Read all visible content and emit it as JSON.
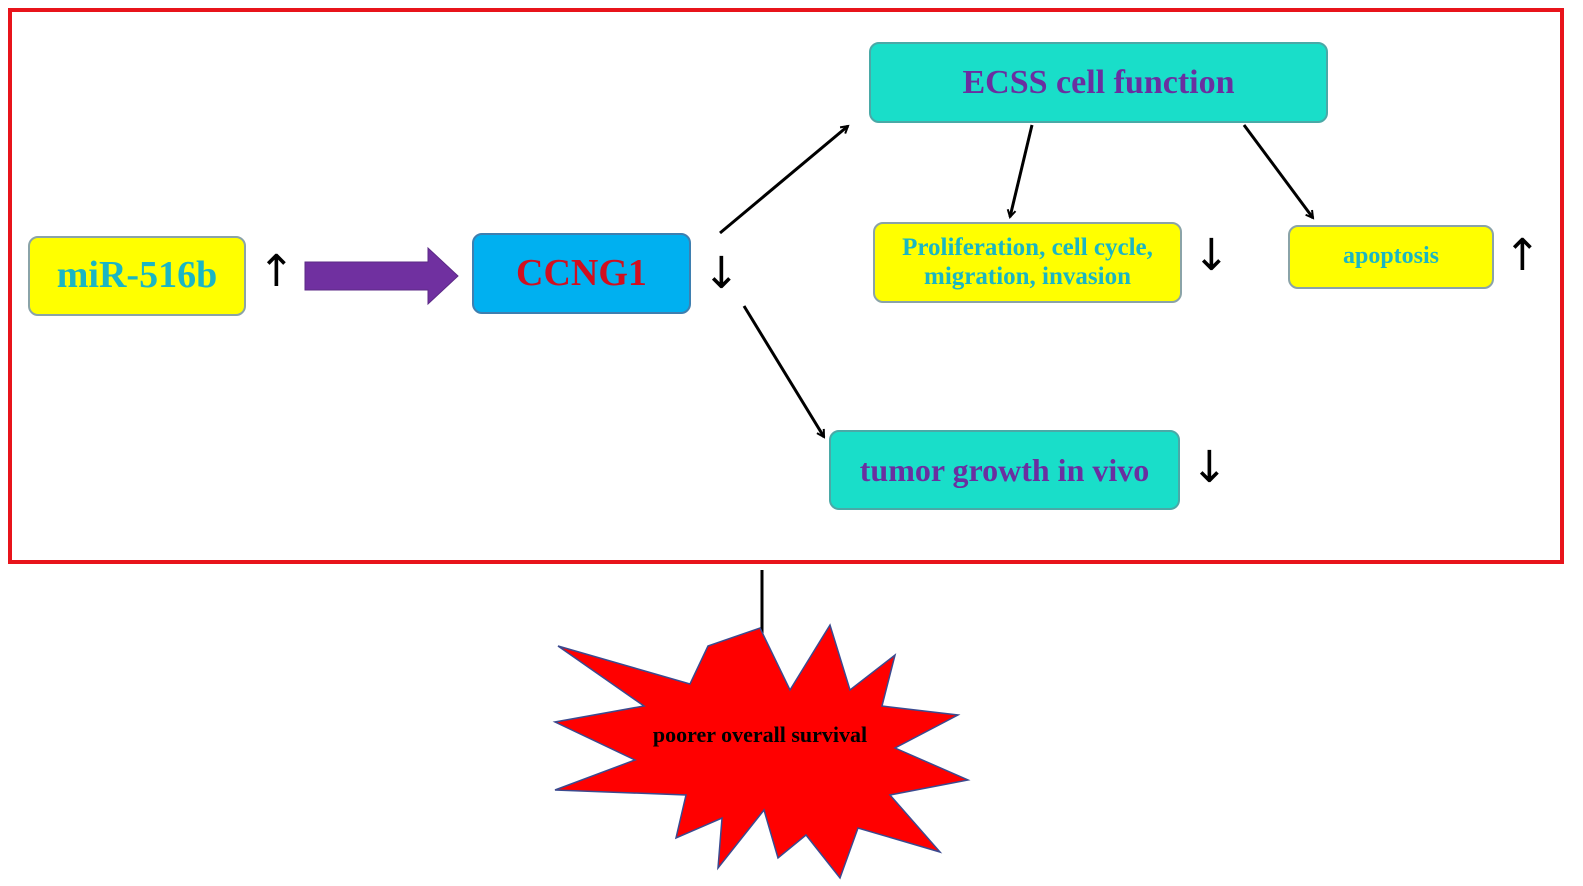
{
  "nodes": {
    "mir": {
      "label": "miR-516b",
      "indicator": "↑"
    },
    "ccng1": {
      "label": "CCNG1",
      "indicator": "↓"
    },
    "ecss": {
      "label": "ECSS cell function"
    },
    "prolif": {
      "label_line1": "Proliferation, cell cycle,",
      "label_line2": "migration, invasion",
      "indicator": "↓"
    },
    "apoptosis": {
      "label": "apoptosis",
      "indicator": "↑"
    },
    "tumor": {
      "label": "tumor growth in vivo",
      "indicator": "↓"
    },
    "outcome": {
      "label": "poorer overall survival"
    }
  },
  "colors": {
    "frame": "#e8141b",
    "yellow": "#ffff00",
    "blue": "#00b0f0",
    "teal": "#19dec9",
    "cyan_text": "#1ab6c4",
    "red_text": "#d10f1f",
    "purple_text": "#6a2fa0",
    "purple_arrow": "#7030a0",
    "burst": "#ff0000"
  }
}
